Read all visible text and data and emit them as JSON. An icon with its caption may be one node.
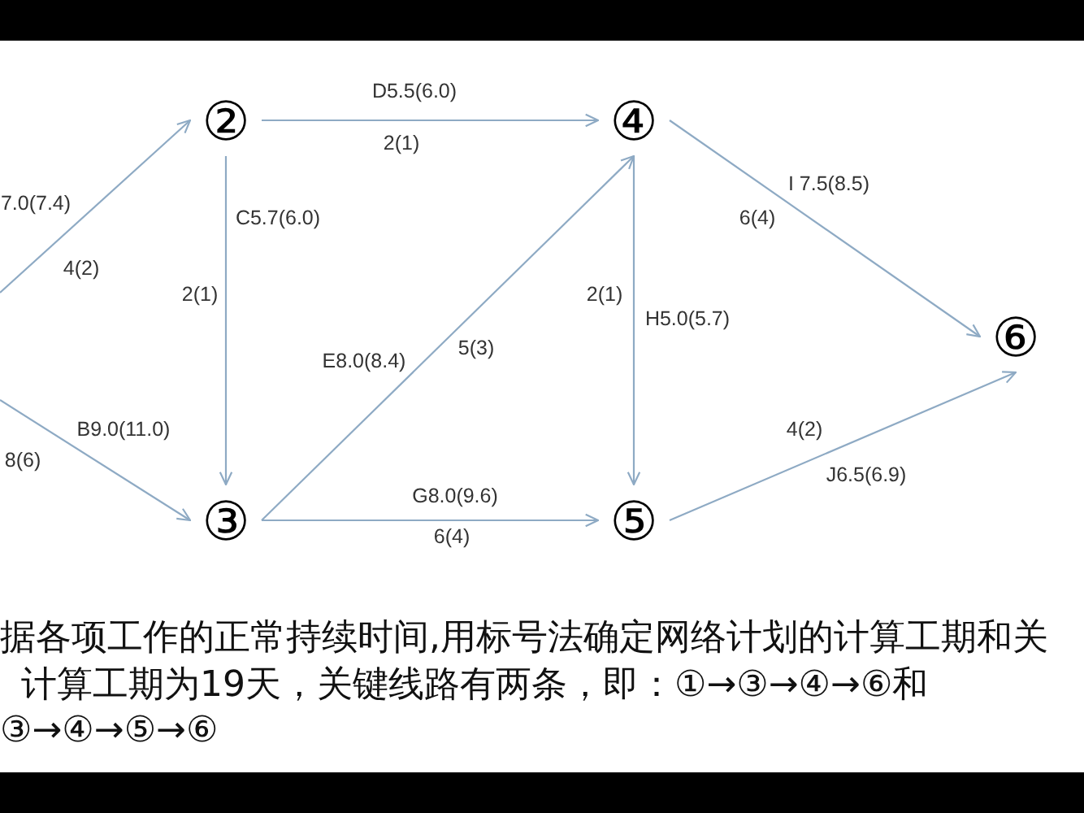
{
  "diagram": {
    "nodes": [
      {
        "text": [
          "②"
        ]
      },
      {
        "text": [
          "④"
        ]
      },
      {
        "text": [
          "⑥"
        ]
      },
      {
        "text": [
          "③"
        ]
      },
      {
        "text": [
          "⑤"
        ]
      }
    ],
    "edges": [
      {
        "from": null,
        "to": 0,
        "arrow": "to",
        "label": "7.0(7.4)"
      },
      {
        "from": null,
        "to": 3,
        "arrow": "to",
        "label": "B9.0(11.0)"
      },
      {
        "from": 0,
        "to": 1,
        "arrow": "to",
        "label": "D5.5(6.0)"
      },
      {
        "from": 0,
        "to": 3,
        "arrow": "to",
        "label": "C5.7(6.0)"
      },
      {
        "from": 3,
        "to": 1,
        "arrow": "to",
        "label": "E8.0(8.4)"
      },
      {
        "from": 1,
        "to": 2,
        "arrow": "to",
        "label": "I 7.5(8.5)"
      },
      {
        "from": 1,
        "to": 4,
        "arrow": "to",
        "label": "H5.0(5.7)"
      },
      {
        "from": 3,
        "to": 4,
        "arrow": "to",
        "label": "G8.0(9.6)"
      },
      {
        "from": 4,
        "to": 2,
        "arrow": "to",
        "label": "J6.5(6.9)"
      }
    ],
    "labels": [
      "2(1)",
      "6(4)",
      "4(2)",
      "2(1)",
      "2(1)",
      "5(3)",
      "4(2)",
      "8(6)",
      "6(4)",
      "据各项工作的正常持续时间,用标号法确定网络计划的计算工期和关",
      "计算工期为19天，关键线路有两条，即：①→③→④→⑥和",
      "③→④→⑤→⑥"
    ]
  }
}
